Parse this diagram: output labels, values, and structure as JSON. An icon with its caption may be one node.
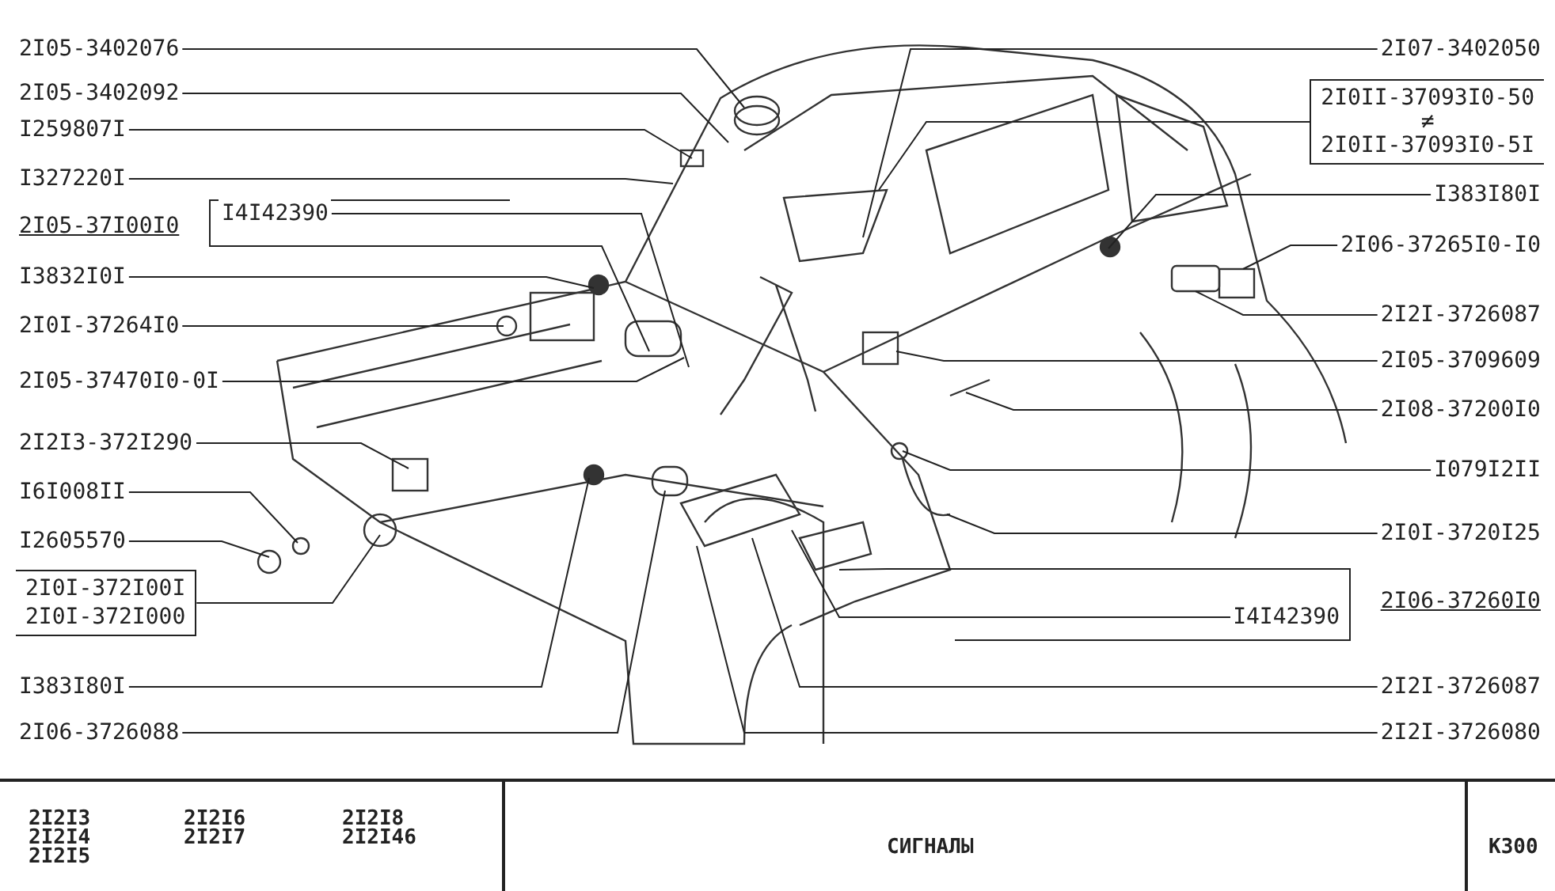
{
  "diagram": {
    "nodes": [
      {
        "text": [
          "2I05-3402076"
        ]
      },
      {
        "text": [
          "2I05-3402092"
        ]
      },
      {
        "text": [
          "I259807I"
        ]
      },
      {
        "text": [
          "I327220I"
        ]
      },
      {
        "text": [
          "2I05-37I00I0"
        ]
      },
      {
        "text": [
          "I4I42390"
        ],
        "in": 4
      },
      {
        "text": [
          "I3832I0I"
        ]
      },
      {
        "text": [
          "2I0I-37264I0"
        ]
      },
      {
        "text": [
          "2I05-37470I0-0I"
        ]
      },
      {
        "text": [
          "2I2I3-372I290"
        ]
      },
      {
        "text": [
          "I6I008II"
        ]
      },
      {
        "text": [
          "I2605570"
        ]
      },
      {
        "text": [
          "2I0I-372I00I",
          "2I0I-372I000"
        ]
      },
      {
        "text": [
          "I383I80I"
        ]
      },
      {
        "text": [
          "2I06-3726088"
        ]
      },
      {
        "text": [
          "2I07-3402050"
        ]
      },
      {
        "text": [
          "2I0II-37093I0-50",
          "≠",
          "2I0II-37093I0-5I"
        ]
      },
      {
        "text": [
          "I383I80I"
        ]
      },
      {
        "text": [
          "2I06-37265I0-I0"
        ]
      },
      {
        "text": [
          "2I2I-3726087"
        ]
      },
      {
        "text": [
          "2I05-3709609"
        ]
      },
      {
        "text": [
          "2I08-37200I0"
        ]
      },
      {
        "text": [
          "I079I2II"
        ]
      },
      {
        "text": [
          "2I0I-3720I25"
        ]
      },
      {
        "text": [
          "2I06-37260I0"
        ]
      },
      {
        "text": [
          "I4I42390"
        ],
        "in": 24
      },
      {
        "text": [
          "2I2I-3726087"
        ]
      },
      {
        "text": [
          "2I2I-3726080"
        ]
      }
    ],
    "edges": [
      {
        "from": 0,
        "to": null,
        "arrow": "none"
      },
      {
        "from": 1,
        "to": null,
        "arrow": "none"
      },
      {
        "from": 2,
        "to": null,
        "arrow": "none"
      },
      {
        "from": 3,
        "to": null,
        "arrow": "none"
      },
      {
        "from": 4,
        "to": null,
        "arrow": "none"
      },
      {
        "from": 5,
        "to": null,
        "arrow": "none"
      },
      {
        "from": 6,
        "to": null,
        "arrow": "none"
      },
      {
        "from": 7,
        "to": null,
        "arrow": "none"
      },
      {
        "from": 8,
        "to": null,
        "arrow": "none"
      },
      {
        "from": 9,
        "to": null,
        "arrow": "none"
      },
      {
        "from": 10,
        "to": null,
        "arrow": "none"
      },
      {
        "from": 11,
        "to": null,
        "arrow": "none"
      },
      {
        "from": 12,
        "to": null,
        "arrow": "none"
      },
      {
        "from": 13,
        "to": null,
        "arrow": "none"
      },
      {
        "from": 14,
        "to": null,
        "arrow": "none"
      },
      {
        "from": 15,
        "to": null,
        "arrow": "none"
      },
      {
        "from": 16,
        "to": null,
        "arrow": "none"
      },
      {
        "from": 17,
        "to": null,
        "arrow": "none"
      },
      {
        "from": 18,
        "to": null,
        "arrow": "none"
      },
      {
        "from": 19,
        "to": null,
        "arrow": "none"
      },
      {
        "from": 20,
        "to": null,
        "arrow": "none"
      },
      {
        "from": 21,
        "to": null,
        "arrow": "none"
      },
      {
        "from": 22,
        "to": null,
        "arrow": "none"
      },
      {
        "from": 23,
        "to": null,
        "arrow": "none"
      },
      {
        "from": 24,
        "to": null,
        "arrow": "none"
      },
      {
        "from": 25,
        "to": null,
        "arrow": "none"
      },
      {
        "from": 26,
        "to": null,
        "arrow": "none"
      },
      {
        "from": 27,
        "to": null,
        "arrow": "none"
      }
    ],
    "labels": [
      "2I2I3",
      "2I2I6",
      "2I2I8",
      "2I2I4",
      "2I2I7",
      "2I2I46",
      "2I2I5",
      "СИГНАЛЫ",
      "K300"
    ]
  }
}
